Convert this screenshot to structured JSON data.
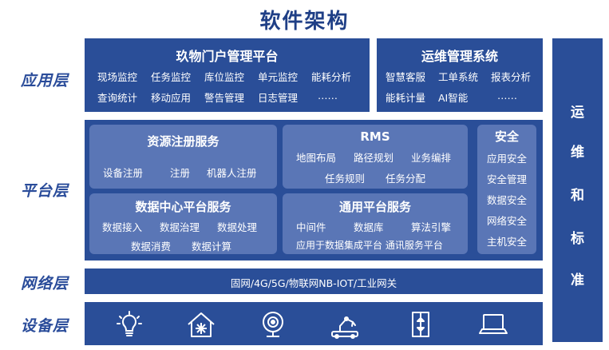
{
  "title": "软件架构",
  "layers": {
    "application": "应用层",
    "platform": "平台层",
    "network": "网络层",
    "device": "设备层"
  },
  "portal": {
    "title": "玖物门户管理平台",
    "row1": [
      "现场监控",
      "任务监控",
      "库位监控",
      "单元监控",
      "能耗分析"
    ],
    "row2": [
      "查询统计",
      "移动应用",
      "警告管理",
      "日志管理",
      "……"
    ]
  },
  "ops_system": {
    "title": "运维管理系统",
    "row1": [
      "智慧客服",
      "工单系统",
      "报表分析"
    ],
    "row2": [
      "能耗计量",
      "AI智能",
      "……"
    ]
  },
  "resource_service": {
    "title": "资源注册服务",
    "items": [
      "设备注册",
      "注册",
      "机器人注册"
    ]
  },
  "rms": {
    "title": "RMS",
    "row1": [
      "地图布局",
      "路径规划",
      "业务编排"
    ],
    "row2": [
      "任务规则",
      "任务分配"
    ]
  },
  "data_center": {
    "title": "数据中心平台服务",
    "row1": [
      "数据接入",
      "数据治理",
      "数据处理"
    ],
    "row2": [
      "数据消费",
      "数据计算"
    ]
  },
  "common_platform": {
    "title": "通用平台服务",
    "row1": [
      "中间件",
      "数据库",
      "算法引擎"
    ],
    "row2": "应用于数据集成平台 通讯服务平台"
  },
  "security": {
    "title": "安全",
    "items": [
      "应用安全",
      "安全管理",
      "数据安全",
      "网络安全",
      "主机安全"
    ]
  },
  "network_text": "固网/4G/5G/物联网NB-IOT/工业网关",
  "ops_standard": [
    "运",
    "维",
    "和",
    "标",
    "准"
  ],
  "device_icons": [
    "light-bulb-icon",
    "smart-home-icon",
    "camera-icon",
    "robot-arm-icon",
    "elevator-icon",
    "laptop-icon"
  ],
  "colors": {
    "panel": "#2a4e98",
    "card": "#5a76b6",
    "label": "#2a4c9a",
    "title": "#1f3f86"
  }
}
